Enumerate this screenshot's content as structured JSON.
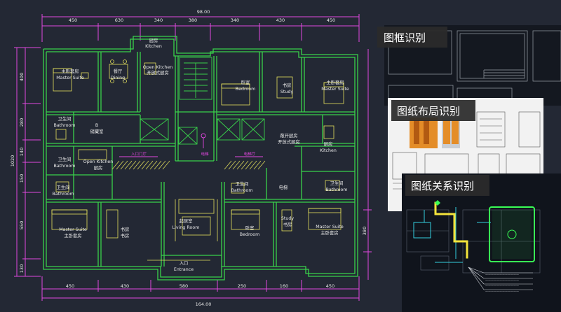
{
  "dimensions": {
    "top_total": "98.00",
    "top": [
      "450",
      "630",
      "340",
      "380",
      "340",
      "430",
      "450"
    ],
    "bottom_total": "164.00",
    "bottom": [
      "450",
      "430",
      "580",
      "250",
      "160",
      "450"
    ],
    "left": [
      "400",
      "280",
      "140",
      "150",
      "550",
      "130"
    ],
    "left_total": "1020",
    "right": [
      "380"
    ]
  },
  "rooms": {
    "kitchen_top": [
      "厨房",
      "Kitchen"
    ],
    "master_suite_tl": [
      "主卧套房",
      "Master Suite"
    ],
    "dining": [
      "餐厅",
      "Dining"
    ],
    "open_kitchen_top": [
      "Open Kitchen",
      "开放式厨房"
    ],
    "bedroom_top": [
      "卧室",
      "Bedroom"
    ],
    "study_top": [
      "书房",
      "Study"
    ],
    "master_suite_tr": [
      "主卧套房",
      "Master Suite"
    ],
    "bathroom_tl": [
      "卫生间",
      "Bathroom"
    ],
    "storage": [
      "储藏室",
      "B"
    ],
    "bathroom_ml": [
      "卫生间",
      "Bathroom"
    ],
    "open_kitchen_mid": [
      "Open Kitchen",
      "厨房"
    ],
    "open_kitchen_right": [
      "敞开厨房",
      "开放式厨房"
    ],
    "kitchen_right": [
      "厨房",
      "Kitchen"
    ],
    "bathroom_left": [
      "卫生间",
      "Bathroom"
    ],
    "bathroom_center": [
      "卫生间",
      "Bathroom"
    ],
    "lobby": [
      "电梯"
    ],
    "bathroom_right": [
      "卫生间",
      "Bathroom"
    ],
    "master_suite_bl": [
      "Master Suite",
      "主卧套房"
    ],
    "study_bl": [
      "书房",
      "书房"
    ],
    "living_room": [
      "起居室",
      "Living Room"
    ],
    "bedroom_bottom": [
      "卧室",
      "Bedroom"
    ],
    "study_bottom": [
      "Study",
      "书房"
    ],
    "master_suite_br": [
      "Master Suite",
      "主卧套房"
    ],
    "entrance": [
      "入口",
      "Entrance"
    ]
  },
  "annotations": {
    "left_mark": "入口门厅",
    "center_mark": "电梯",
    "right_mark": "电梯厅"
  },
  "features": {
    "frame": "图框识别",
    "layout": "图纸布局识别",
    "relation": "图纸关系识别"
  },
  "relation_legend": [
    "————————————",
    "————————————",
    "————————————",
    "————————————"
  ],
  "colors": {
    "background": "#232834",
    "wall": "#39d14a",
    "furniture": "#e3df5c",
    "dimension": "#e247e0",
    "text": "#e8e8e8",
    "highlight": "#39ff55",
    "pipe": "#f5e43b",
    "cyan": "#34d0e0",
    "panel_dark": "#141820",
    "label_overlay": "#2b2b2b"
  }
}
